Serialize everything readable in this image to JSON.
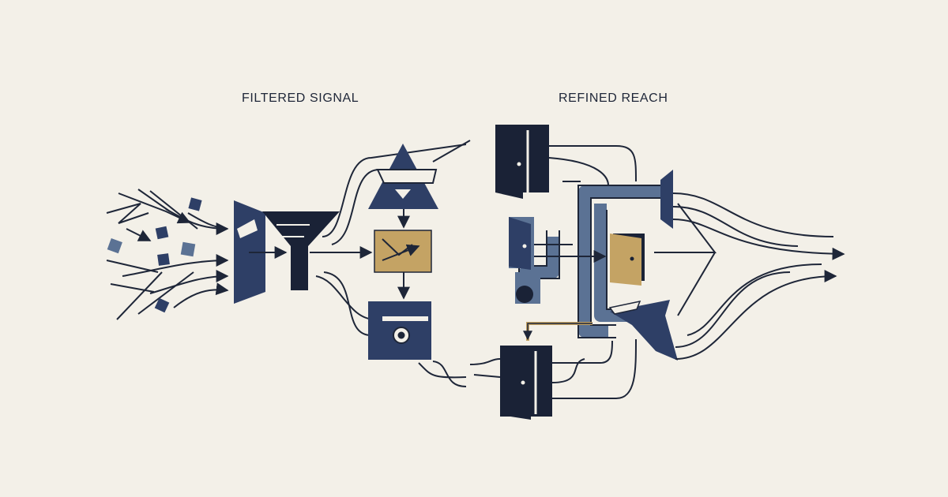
{
  "labels": {
    "left": "FILTERED SIGNAL",
    "right": "REFINED REACH"
  },
  "colors": {
    "background": "#f3f0e8",
    "ink": "#1e2638",
    "navy": "#2e3f66",
    "slate": "#5b7294",
    "gold": "#c4a364",
    "line": "#1e2638"
  },
  "icons": [
    "scattered-input-fragments",
    "filter-panel",
    "funnel",
    "triangle-gate",
    "gold-processing-box",
    "output-box",
    "door-top",
    "door-small",
    "door-gold",
    "door-bottom",
    "speaker-horn",
    "merged-output-arrows"
  ]
}
